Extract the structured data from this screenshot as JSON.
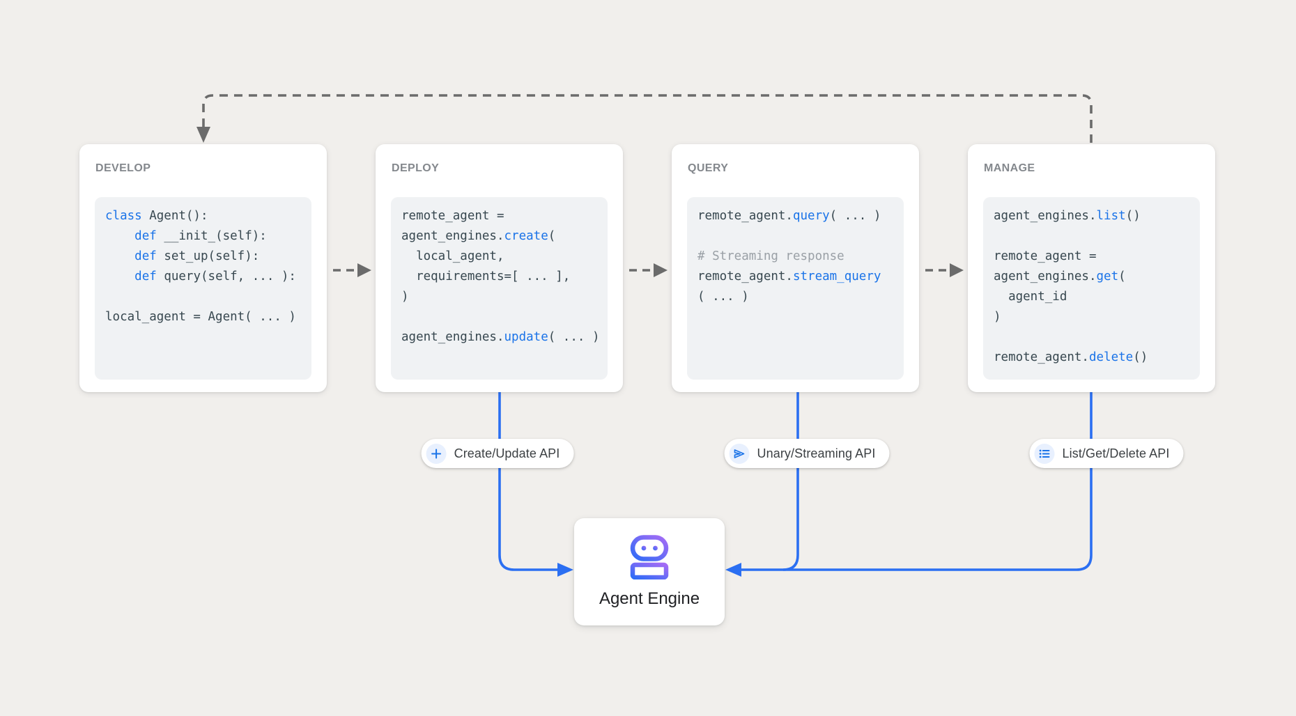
{
  "colors": {
    "background": "#f1efec",
    "card_bg": "#ffffff",
    "code_bg": "#f0f2f4",
    "code_text": "#37474f",
    "keyword_blue": "#1a73e8",
    "comment_gray": "#9aa0a6",
    "title_gray": "#84888d",
    "connector_blue": "#2b6ff2",
    "dashed_gray": "#6b6b6b",
    "pill_icon_bg": "#e8f0fe",
    "robot_gradient_start": "#2f6cf6",
    "robot_gradient_end": "#a56cf5"
  },
  "cards": [
    {
      "title": "DEVELOP",
      "lines": [
        [
          {
            "t": "class ",
            "c": "kw"
          },
          {
            "t": "Agent():",
            "c": "pl"
          }
        ],
        [
          {
            "t": "    ",
            "c": "pl"
          },
          {
            "t": "def ",
            "c": "kw"
          },
          {
            "t": "__init_(self):",
            "c": "pl"
          }
        ],
        [
          {
            "t": "    ",
            "c": "pl"
          },
          {
            "t": "def ",
            "c": "kw"
          },
          {
            "t": "set_up(self):",
            "c": "pl"
          }
        ],
        [
          {
            "t": "    ",
            "c": "pl"
          },
          {
            "t": "def ",
            "c": "kw"
          },
          {
            "t": "query(self, ... ):",
            "c": "pl"
          }
        ],
        [],
        [
          {
            "t": "local_agent = Agent( ... )",
            "c": "pl"
          }
        ]
      ]
    },
    {
      "title": "DEPLOY",
      "lines": [
        [
          {
            "t": "remote_agent =",
            "c": "pl"
          }
        ],
        [
          {
            "t": "agent_engines.",
            "c": "pl"
          },
          {
            "t": "create",
            "c": "kw"
          },
          {
            "t": "(",
            "c": "pl"
          }
        ],
        [
          {
            "t": "  local_agent,",
            "c": "pl"
          }
        ],
        [
          {
            "t": "  requirements=[ ... ],",
            "c": "pl"
          }
        ],
        [
          {
            "t": ")",
            "c": "pl"
          }
        ],
        [],
        [
          {
            "t": "agent_engines.",
            "c": "pl"
          },
          {
            "t": "update",
            "c": "kw"
          },
          {
            "t": "( ... )",
            "c": "pl"
          }
        ]
      ]
    },
    {
      "title": "QUERY",
      "lines": [
        [
          {
            "t": "remote_agent.",
            "c": "pl"
          },
          {
            "t": "query",
            "c": "kw"
          },
          {
            "t": "( ... )",
            "c": "pl"
          }
        ],
        [],
        [
          {
            "t": "# Streaming response",
            "c": "cm"
          }
        ],
        [
          {
            "t": "remote_agent.",
            "c": "pl"
          },
          {
            "t": "stream_query",
            "c": "kw"
          }
        ],
        [
          {
            "t": "( ... )",
            "c": "pl"
          }
        ]
      ]
    },
    {
      "title": "MANAGE",
      "lines": [
        [
          {
            "t": "agent_engines.",
            "c": "pl"
          },
          {
            "t": "list",
            "c": "kw"
          },
          {
            "t": "()",
            "c": "pl"
          }
        ],
        [],
        [
          {
            "t": "remote_agent =",
            "c": "pl"
          }
        ],
        [
          {
            "t": "agent_engines.",
            "c": "pl"
          },
          {
            "t": "get",
            "c": "kw"
          },
          {
            "t": "(",
            "c": "pl"
          }
        ],
        [
          {
            "t": "  agent_id",
            "c": "pl"
          }
        ],
        [
          {
            "t": ")",
            "c": "pl"
          }
        ],
        [],
        [
          {
            "t": "remote_agent.",
            "c": "pl"
          },
          {
            "t": "delete",
            "c": "kw"
          },
          {
            "t": "()",
            "c": "pl"
          }
        ]
      ]
    }
  ],
  "pills": [
    {
      "icon": "plus-icon",
      "label": "Create/Update API"
    },
    {
      "icon": "send-icon",
      "label": "Unary/Streaming API"
    },
    {
      "icon": "list-icon",
      "label": "List/Get/Delete API"
    }
  ],
  "engine": {
    "icon": "robot-icon",
    "label": "Agent Engine"
  }
}
